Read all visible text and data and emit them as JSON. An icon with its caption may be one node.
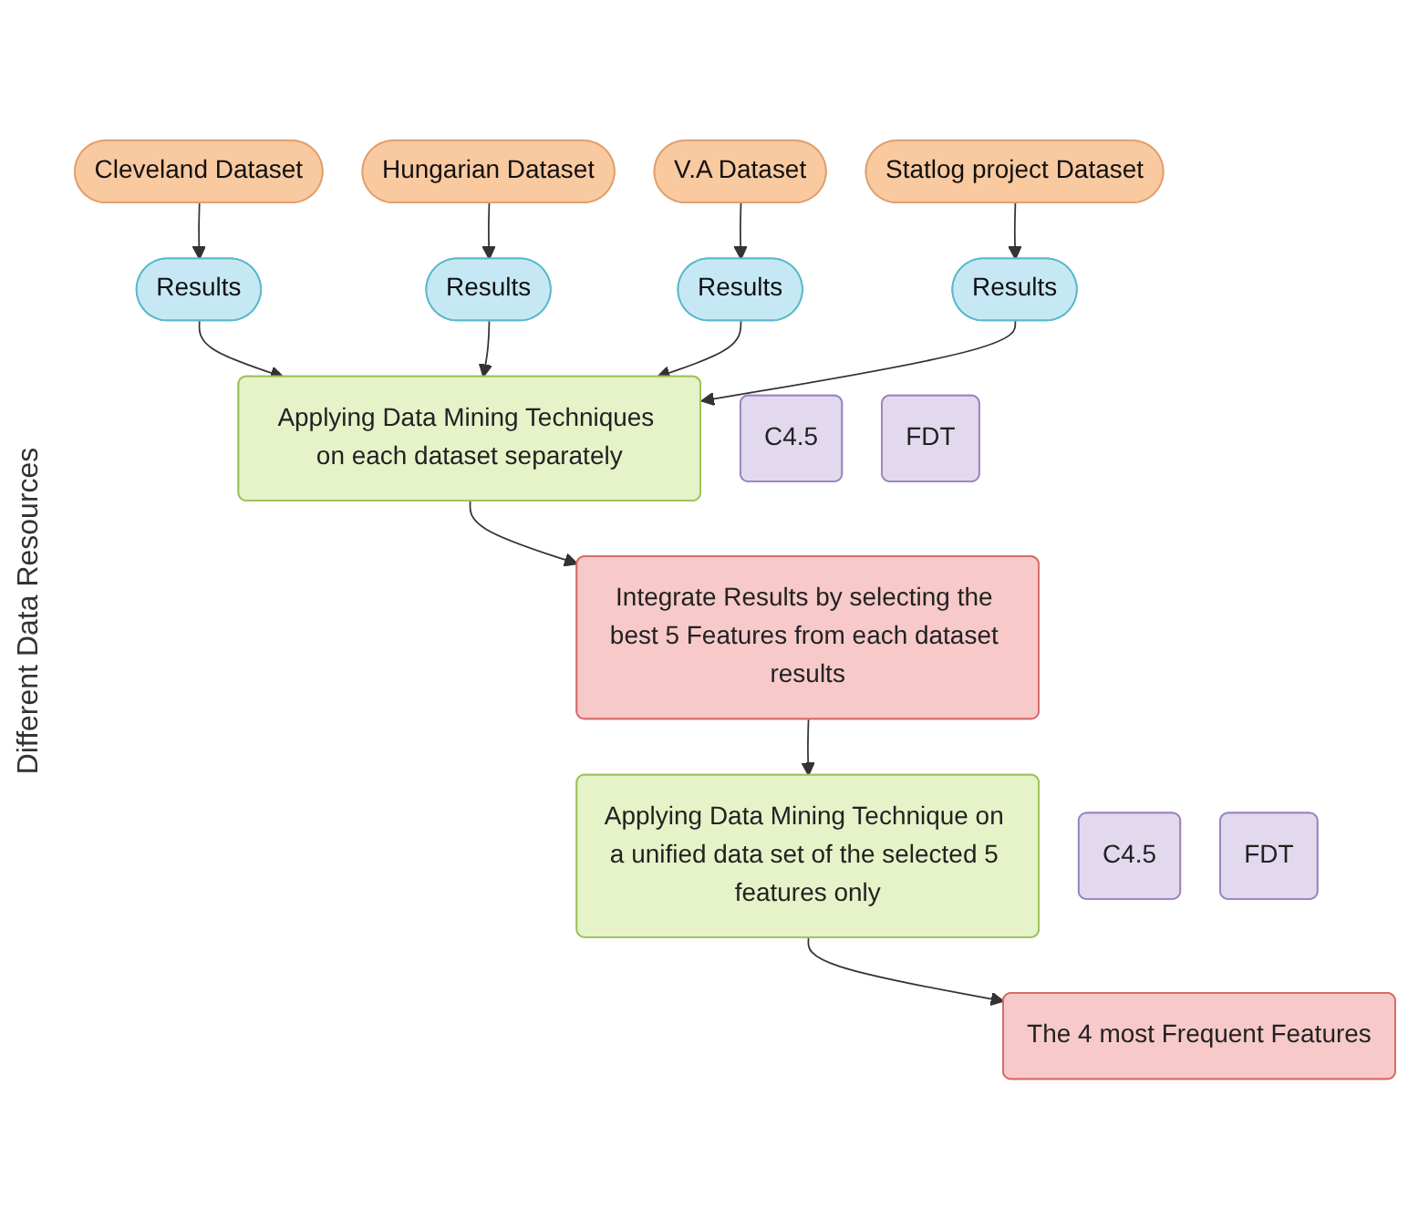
{
  "diagram": {
    "nodes": [
      {
        "text": [
          "Cleveland Dataset"
        ]
      },
      {
        "text": [
          "Hungarian Dataset"
        ]
      },
      {
        "text": [
          "V.A Dataset"
        ]
      },
      {
        "text": [
          "Statlog project Dataset"
        ]
      },
      {
        "text": [
          "Results"
        ]
      },
      {
        "text": [
          "Results"
        ]
      },
      {
        "text": [
          "Results"
        ]
      },
      {
        "text": [
          "Results"
        ]
      },
      {
        "text": [
          "Applying Data Mining Techniques on each dataset separately"
        ]
      },
      {
        "text": [
          "C4.5"
        ]
      },
      {
        "text": [
          "FDT"
        ]
      },
      {
        "text": [
          "Integrate Results by selecting the best 5 Features from each dataset results"
        ]
      },
      {
        "text": [
          "Applying Data Mining Technique on a unified data set of the selected 5 features only"
        ]
      },
      {
        "text": [
          "C4.5"
        ]
      },
      {
        "text": [
          "FDT"
        ]
      },
      {
        "text": [
          "The 4 most Frequent Features"
        ]
      }
    ],
    "edges": [
      {
        "from": 0,
        "to": 4,
        "arrow": "to"
      },
      {
        "from": 1,
        "to": 5,
        "arrow": "to"
      },
      {
        "from": 2,
        "to": 6,
        "arrow": "to"
      },
      {
        "from": 3,
        "to": 7,
        "arrow": "to"
      },
      {
        "from": 4,
        "to": 8,
        "arrow": "to"
      },
      {
        "from": 5,
        "to": 8,
        "arrow": "to"
      },
      {
        "from": 6,
        "to": 8,
        "arrow": "to"
      },
      {
        "from": 7,
        "to": 8,
        "arrow": "to"
      },
      {
        "from": 8,
        "to": 11,
        "arrow": "to"
      },
      {
        "from": 11,
        "to": 12,
        "arrow": "to"
      },
      {
        "from": 12,
        "to": 15,
        "arrow": "to"
      }
    ],
    "labels": [
      "Different Data Resources"
    ]
  }
}
